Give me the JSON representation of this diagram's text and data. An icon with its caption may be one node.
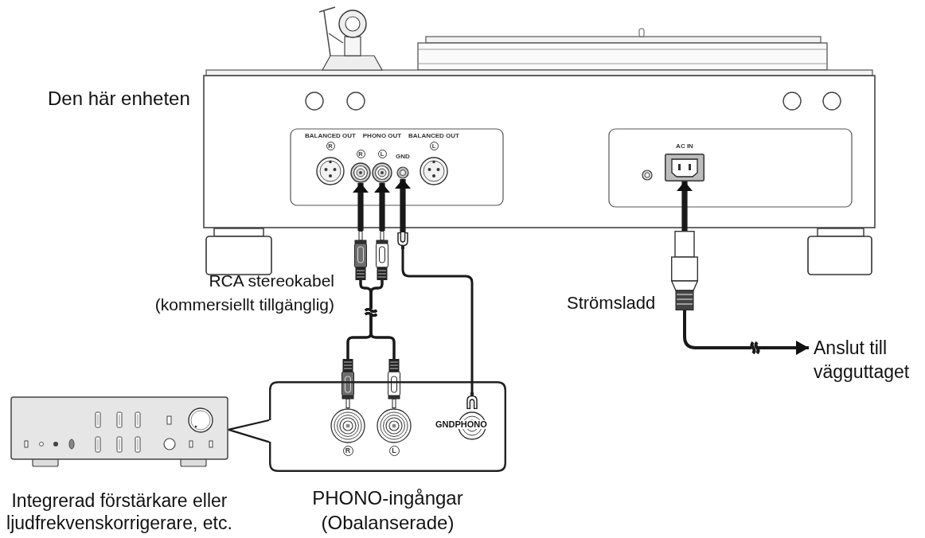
{
  "diagram": {
    "nodes": [
      {
        "text": [
          "Den här enheten"
        ]
      },
      {
        "text": [
          "BALANCED OUT",
          "R"
        ],
        "in": 0
      },
      {
        "text": [
          "R"
        ],
        "in": 0
      },
      {
        "text": [
          "L"
        ],
        "in": 0
      },
      {
        "text": [
          "GND"
        ],
        "in": 0
      },
      {
        "text": [
          "BALANCED OUT",
          "L"
        ],
        "in": 0
      },
      {
        "text": [
          "AC IN"
        ],
        "in": 0
      },
      {
        "text": [],
        "shape": "picture"
      },
      {
        "text": [],
        "shape": "picture"
      },
      {
        "text": [],
        "shape": "picture"
      },
      {
        "text": [],
        "shape": "picture"
      },
      {
        "text": [
          "Anslut till vägguttaget"
        ]
      },
      {
        "text": [],
        "shape": "picture"
      },
      {
        "text": [],
        "shape": "picture"
      },
      {
        "text": [
          "Integrerad förstärkare eller ljudfrekvenskorrigerare, etc."
        ]
      },
      {
        "text": [
          "PHONO-ingångar (Obalanserade)"
        ]
      },
      {
        "text": [],
        "shape": "picture",
        "in": 15
      },
      {
        "text": [
          "R"
        ],
        "in": 15
      },
      {
        "text": [
          "L"
        ],
        "in": 15
      },
      {
        "text": [
          "GNDPHONO"
        ],
        "in": 15
      }
    ],
    "edges": [
      {
        "from": 7,
        "to": 2,
        "arrow": "to",
        "style": "thick"
      },
      {
        "from": 8,
        "to": 3,
        "arrow": "to",
        "style": "thick"
      },
      {
        "from": 9,
        "to": 4,
        "arrow": "to",
        "style": "thick"
      },
      {
        "from": 10,
        "to": 6,
        "arrow": "to",
        "style": "thick"
      },
      {
        "from": 7,
        "to": 12,
        "arrow": "none"
      },
      {
        "from": 7,
        "to": 13,
        "arrow": "none"
      },
      {
        "from": 8,
        "to": 12,
        "arrow": "none"
      },
      {
        "from": 8,
        "to": 13,
        "arrow": "none"
      },
      {
        "from": 9,
        "to": 16,
        "arrow": "none"
      },
      {
        "from": 10,
        "to": 11,
        "arrow": "to"
      },
      {
        "from": 14,
        "to": 15,
        "arrow": "none"
      }
    ],
    "labels": [
      "PHONO OUT",
      "RCA stereokabel (kommersiellt tillgänglig)",
      "Strömsladd"
    ]
  }
}
